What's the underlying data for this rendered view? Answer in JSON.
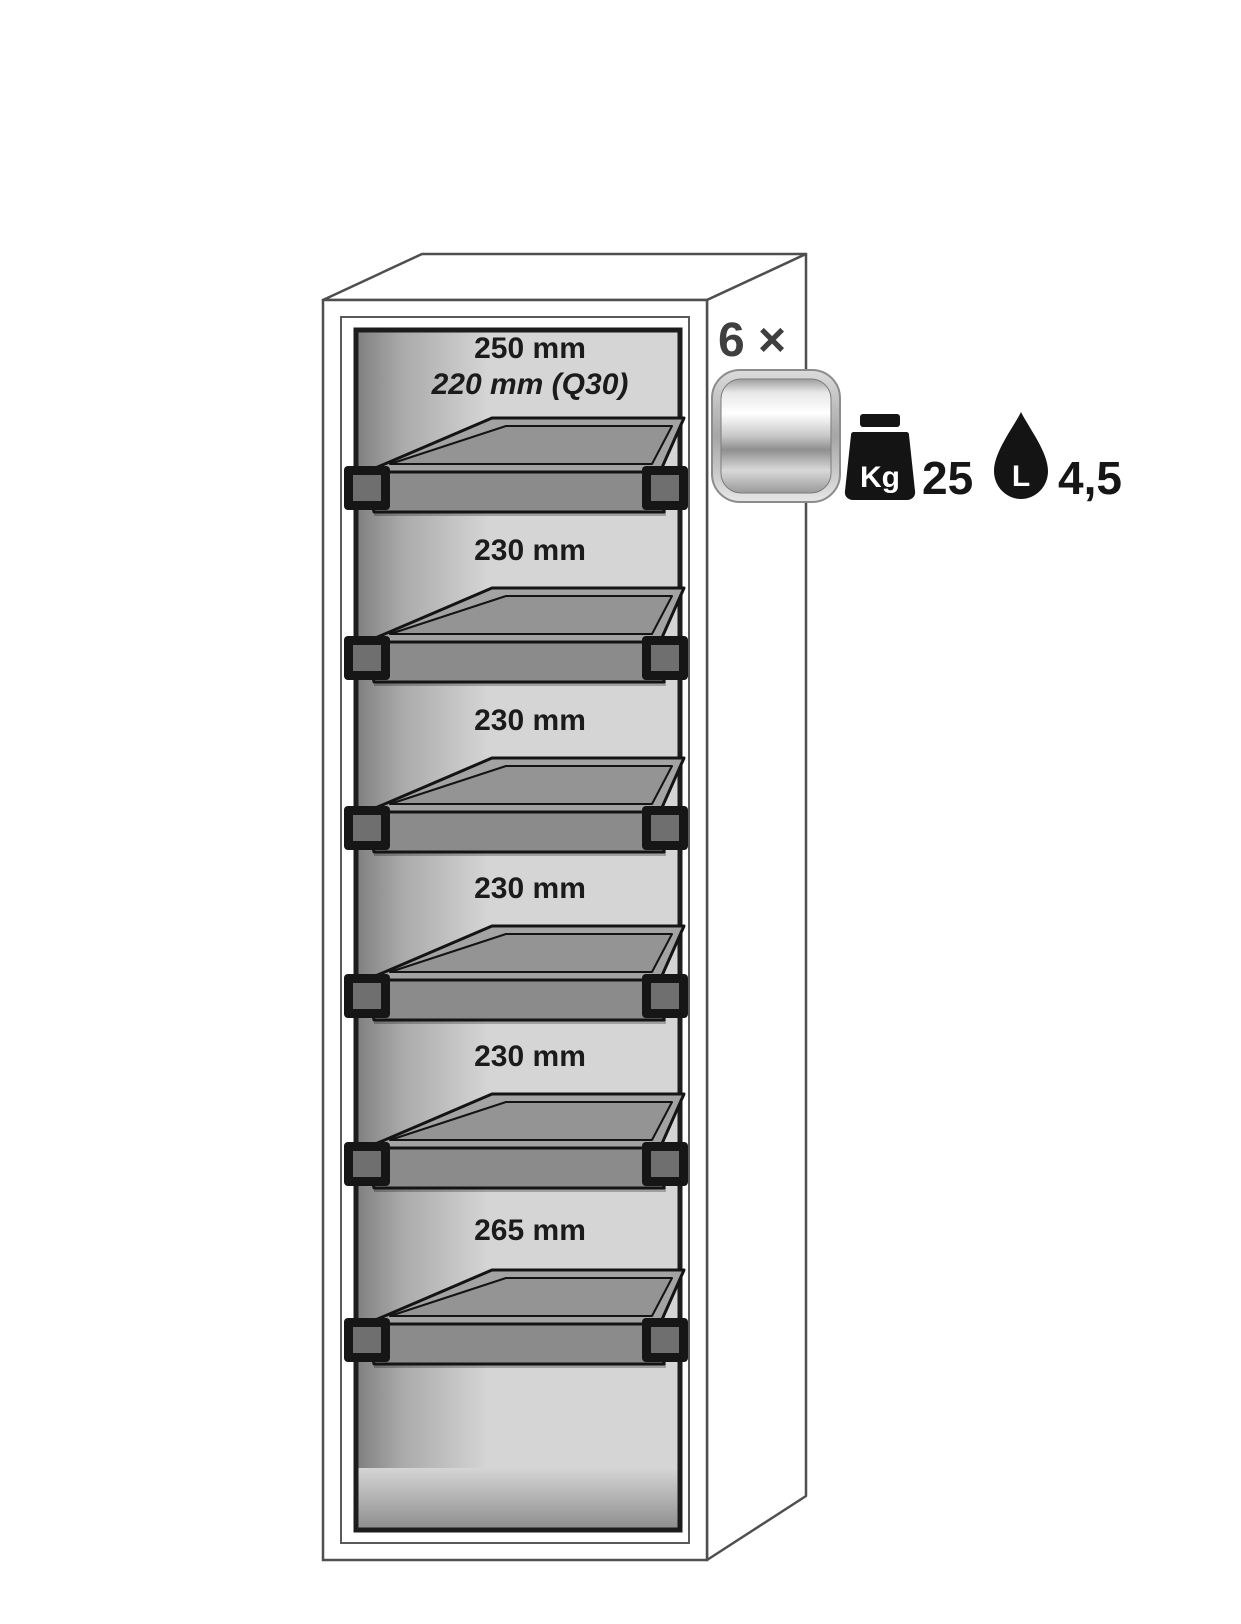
{
  "compartments": [
    {
      "label": "250 mm",
      "sublabel": "220 mm (Q30)"
    },
    {
      "label": "230 mm"
    },
    {
      "label": "230 mm"
    },
    {
      "label": "230 mm"
    },
    {
      "label": "230 mm"
    },
    {
      "label": "265 mm"
    }
  ],
  "annotations": {
    "drawer_count": "6 ×",
    "weight_unit": "Kg",
    "weight_value": "25",
    "volume_unit": "L",
    "volume_value": "4,5"
  },
  "colors": {
    "interior_gray": "#d5d5d5",
    "tray_gray": "#9a9a9a",
    "outline_dark": "#1c1c1c",
    "cabinet_line": "#4f4f4f",
    "icon_black": "#141414",
    "metal_silver": "#cfcfcf"
  }
}
